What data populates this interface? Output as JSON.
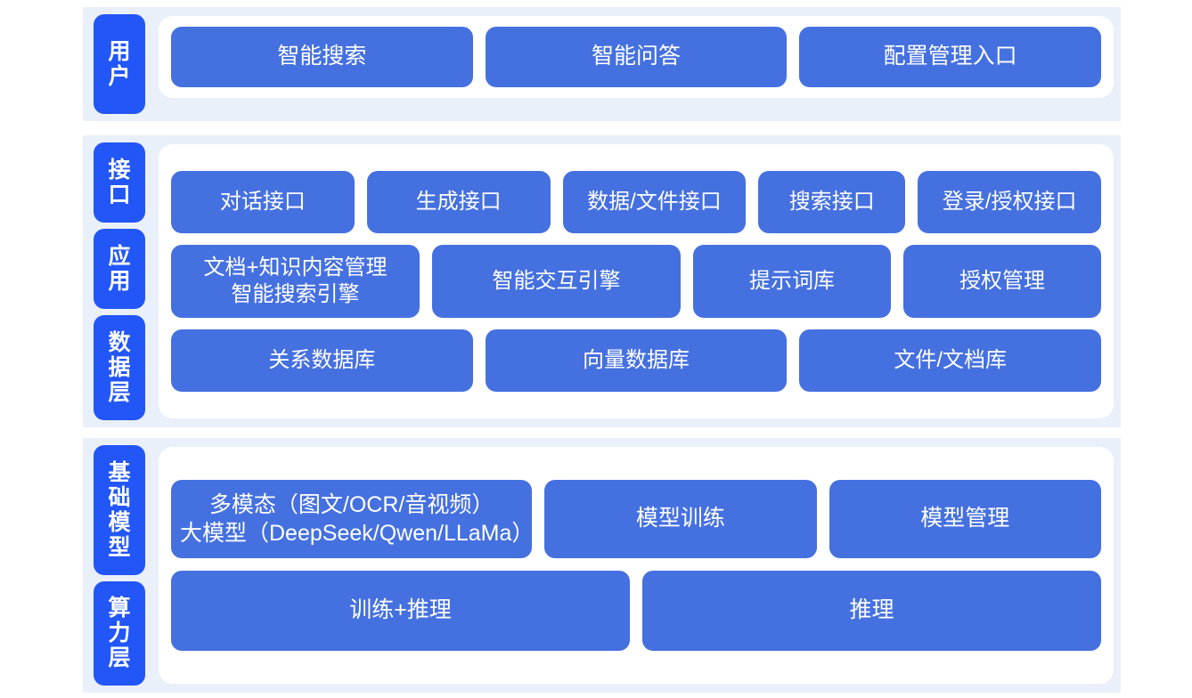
{
  "theme": {
    "band_bg": "#eaf0fa",
    "panel_bg": "#ffffff",
    "chip_blue": "#2356f6",
    "box_blue": "#4570e0",
    "text_white": "#ffffff"
  },
  "sections": [
    {
      "id": "user",
      "layers": [
        {
          "label": "用户"
        }
      ],
      "rows": [
        {
          "id": "user-row",
          "boxes": [
            {
              "label": "智能搜索"
            },
            {
              "label": "智能问答"
            },
            {
              "label": "配置管理入口"
            }
          ]
        }
      ]
    },
    {
      "id": "middle",
      "layers": [
        {
          "label": "接口"
        },
        {
          "label": "应用"
        },
        {
          "label": "数据层"
        }
      ],
      "rows": [
        {
          "id": "interface-row",
          "boxes": [
            {
              "label": "对话接口"
            },
            {
              "label": "生成接口"
            },
            {
              "label": "数据/文件接口"
            },
            {
              "label": "搜索接口"
            },
            {
              "label": "登录/授权接口"
            }
          ]
        },
        {
          "id": "application-row",
          "boxes": [
            {
              "label": "文档+知识内容管理",
              "label2": "智能搜索引擎"
            },
            {
              "label": "智能交互引擎"
            },
            {
              "label": "提示词库"
            },
            {
              "label": "授权管理"
            }
          ]
        },
        {
          "id": "data-row",
          "boxes": [
            {
              "label": "关系数据库"
            },
            {
              "label": "向量数据库"
            },
            {
              "label": "文件/文档库"
            }
          ]
        }
      ]
    },
    {
      "id": "base",
      "layers": [
        {
          "label": "基础模型"
        },
        {
          "label": "算力层"
        }
      ],
      "rows": [
        {
          "id": "model-row",
          "boxes": [
            {
              "label": "多模态（图文/OCR/音视频）",
              "label2": "大模型（DeepSeek/Qwen/LLaMa）"
            },
            {
              "label": "模型训练"
            },
            {
              "label": "模型管理"
            }
          ]
        },
        {
          "id": "compute-row",
          "boxes": [
            {
              "label": "训练+推理"
            },
            {
              "label": "推理"
            }
          ]
        }
      ]
    }
  ]
}
